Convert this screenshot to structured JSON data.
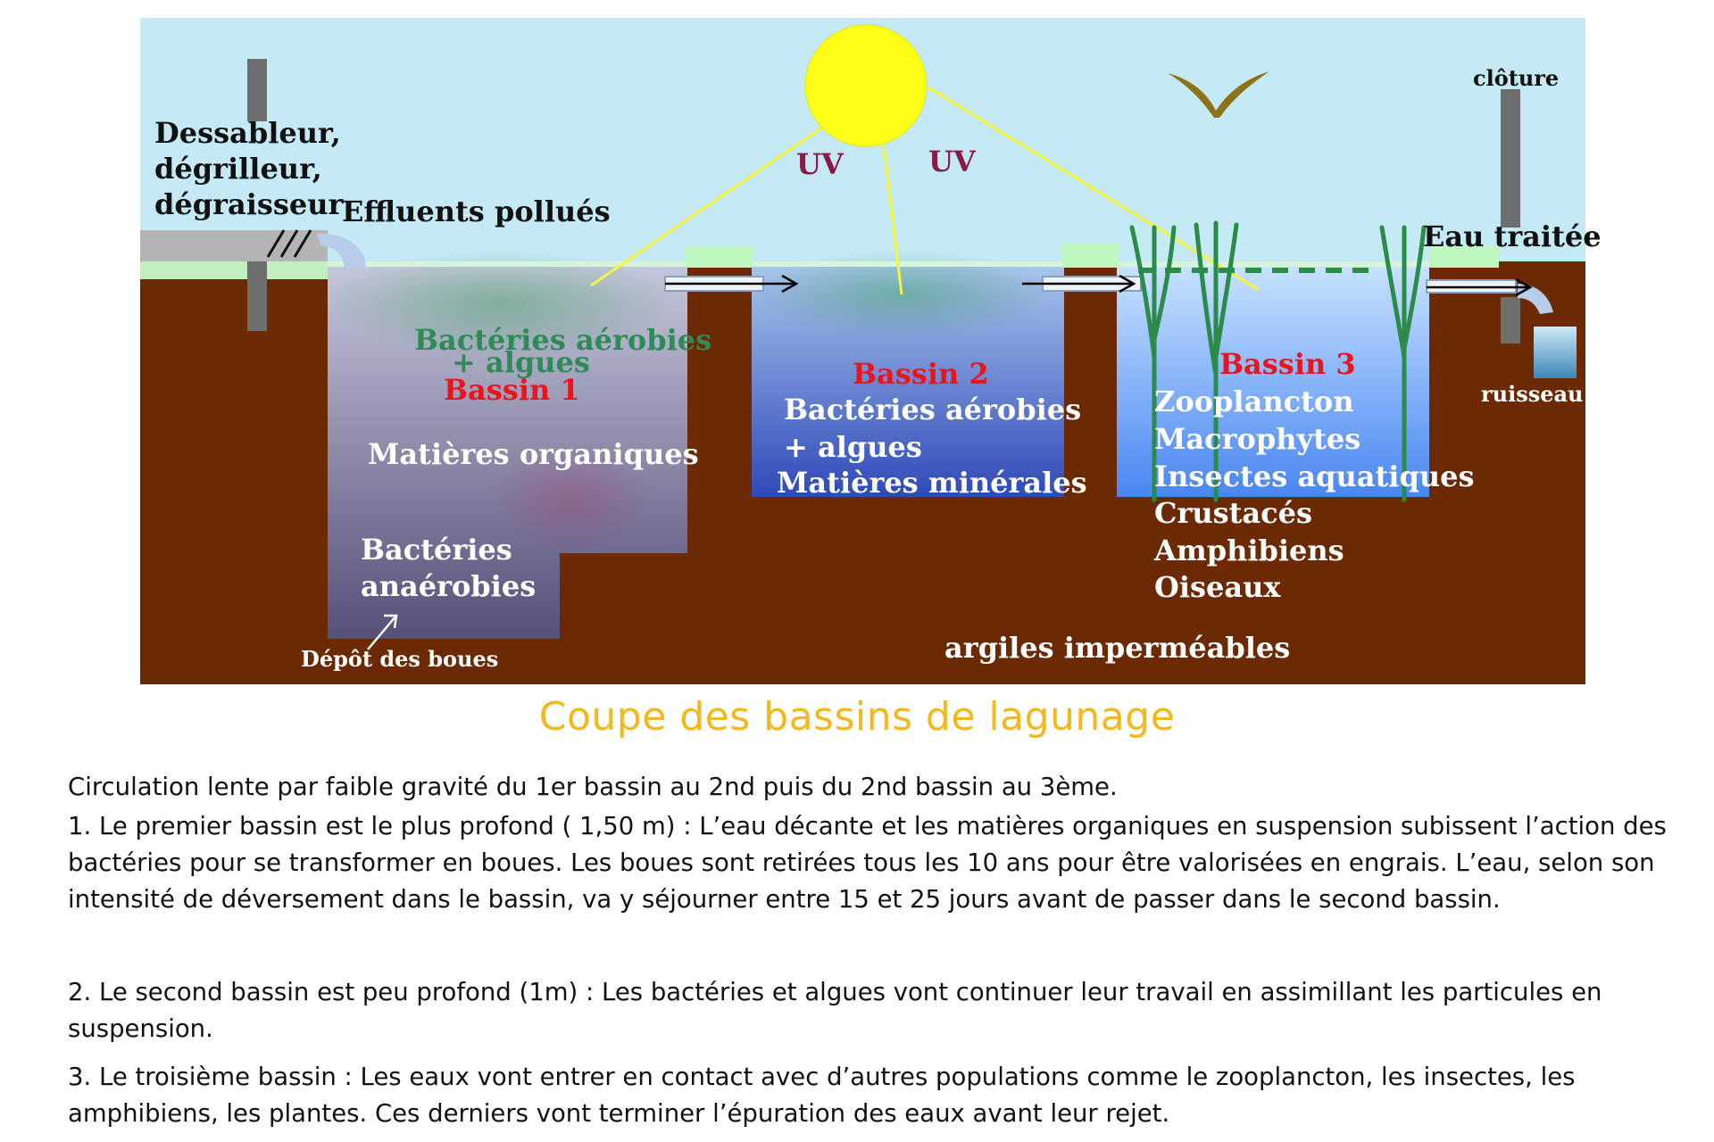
{
  "diagram": {
    "labels": {
      "pretreatment_line1": "Dessableur,",
      "pretreatment_line2": "dégrilleur,",
      "pretreatment_line3": "dégraisseur",
      "inflow": "Effluents pollués",
      "uv_left": "UV",
      "uv_right": "UV",
      "fence": "clôture",
      "treated_water": "Eau traitée",
      "stream": "ruisseau",
      "basin1_aerobic_line1": "Bactéries aérobies",
      "basin1_aerobic_line2": "+ algues",
      "basin1_title": "Bassin 1",
      "basin1_organic": "Matières organiques",
      "basin1_anaerobic_line1": "Bactéries",
      "basin1_anaerobic_line2": "anaérobies",
      "sludge_deposit": "Dépôt des boues",
      "basin2_title": "Bassin 2",
      "basin2_line1": "Bactéries aérobies",
      "basin2_line2": "+ algues",
      "basin2_line3": "Matières minérales",
      "basin3_title": "Bassin 3",
      "basin3_life": [
        "Zooplancton",
        "Macrophytes",
        "Insectes aquatiques",
        "Crustacés",
        "Amphibiens",
        "Oiseaux"
      ],
      "clay": "argiles imperméables"
    },
    "colors": {
      "sky": "#c5e9f5",
      "soil": "#6b2a03",
      "sun": "#ffff1a",
      "red_title": "#e8141e",
      "green_text": "#2e8b57",
      "uv_text": "#8b1a4a",
      "plant": "#2a8b4a"
    }
  },
  "caption": "Coupe des bassins de lagunage",
  "text": {
    "intro": "Circulation lente par faible gravité du 1er bassin au 2nd puis du 2nd bassin au 3ème.",
    "p1": "1. Le premier bassin est le plus profond ( 1,50 m) : L’eau décante et les matières organiques en suspension subissent l’action des bactéries pour se transformer en boues. Les boues sont retirées tous les 10 ans pour être valorisées en engrais. L’eau, selon son intensité de déversement dans le bassin, va y séjourner entre 15 et 25 jours avant de passer dans le second bassin.",
    "p2": "2. Le second bassin est peu profond (1m) : Les bactéries et algues vont continuer leur travail en assimillant les particules en suspension.",
    "p3": "3. Le troisième bassin : Les eaux vont entrer en contact avec d’autres populations comme le zooplancton, les insectes, les amphibiens, les plantes. Ces derniers vont terminer l’épuration des eaux avant leur rejet."
  }
}
